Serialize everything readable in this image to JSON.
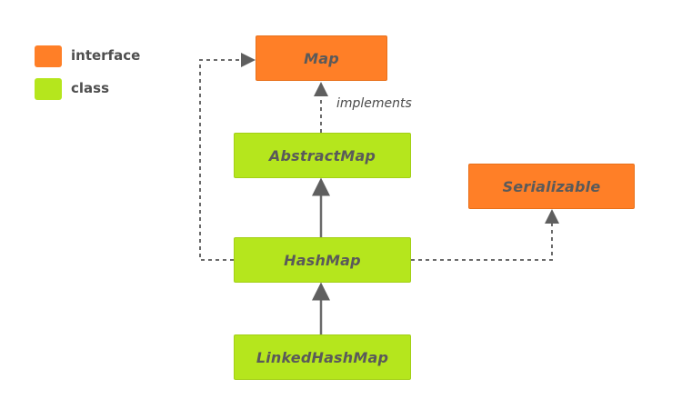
{
  "legend": {
    "items": [
      {
        "label": "interface",
        "color": "#ff7f27"
      },
      {
        "label": "class",
        "color": "#b5e61d"
      }
    ]
  },
  "nodes": {
    "map": "Map",
    "abstract_map": "AbstractMap",
    "serializable": "Serializable",
    "hash_map": "HashMap",
    "linked_hash_map": "LinkedHashMap"
  },
  "edges": {
    "implements_label": "implements"
  }
}
